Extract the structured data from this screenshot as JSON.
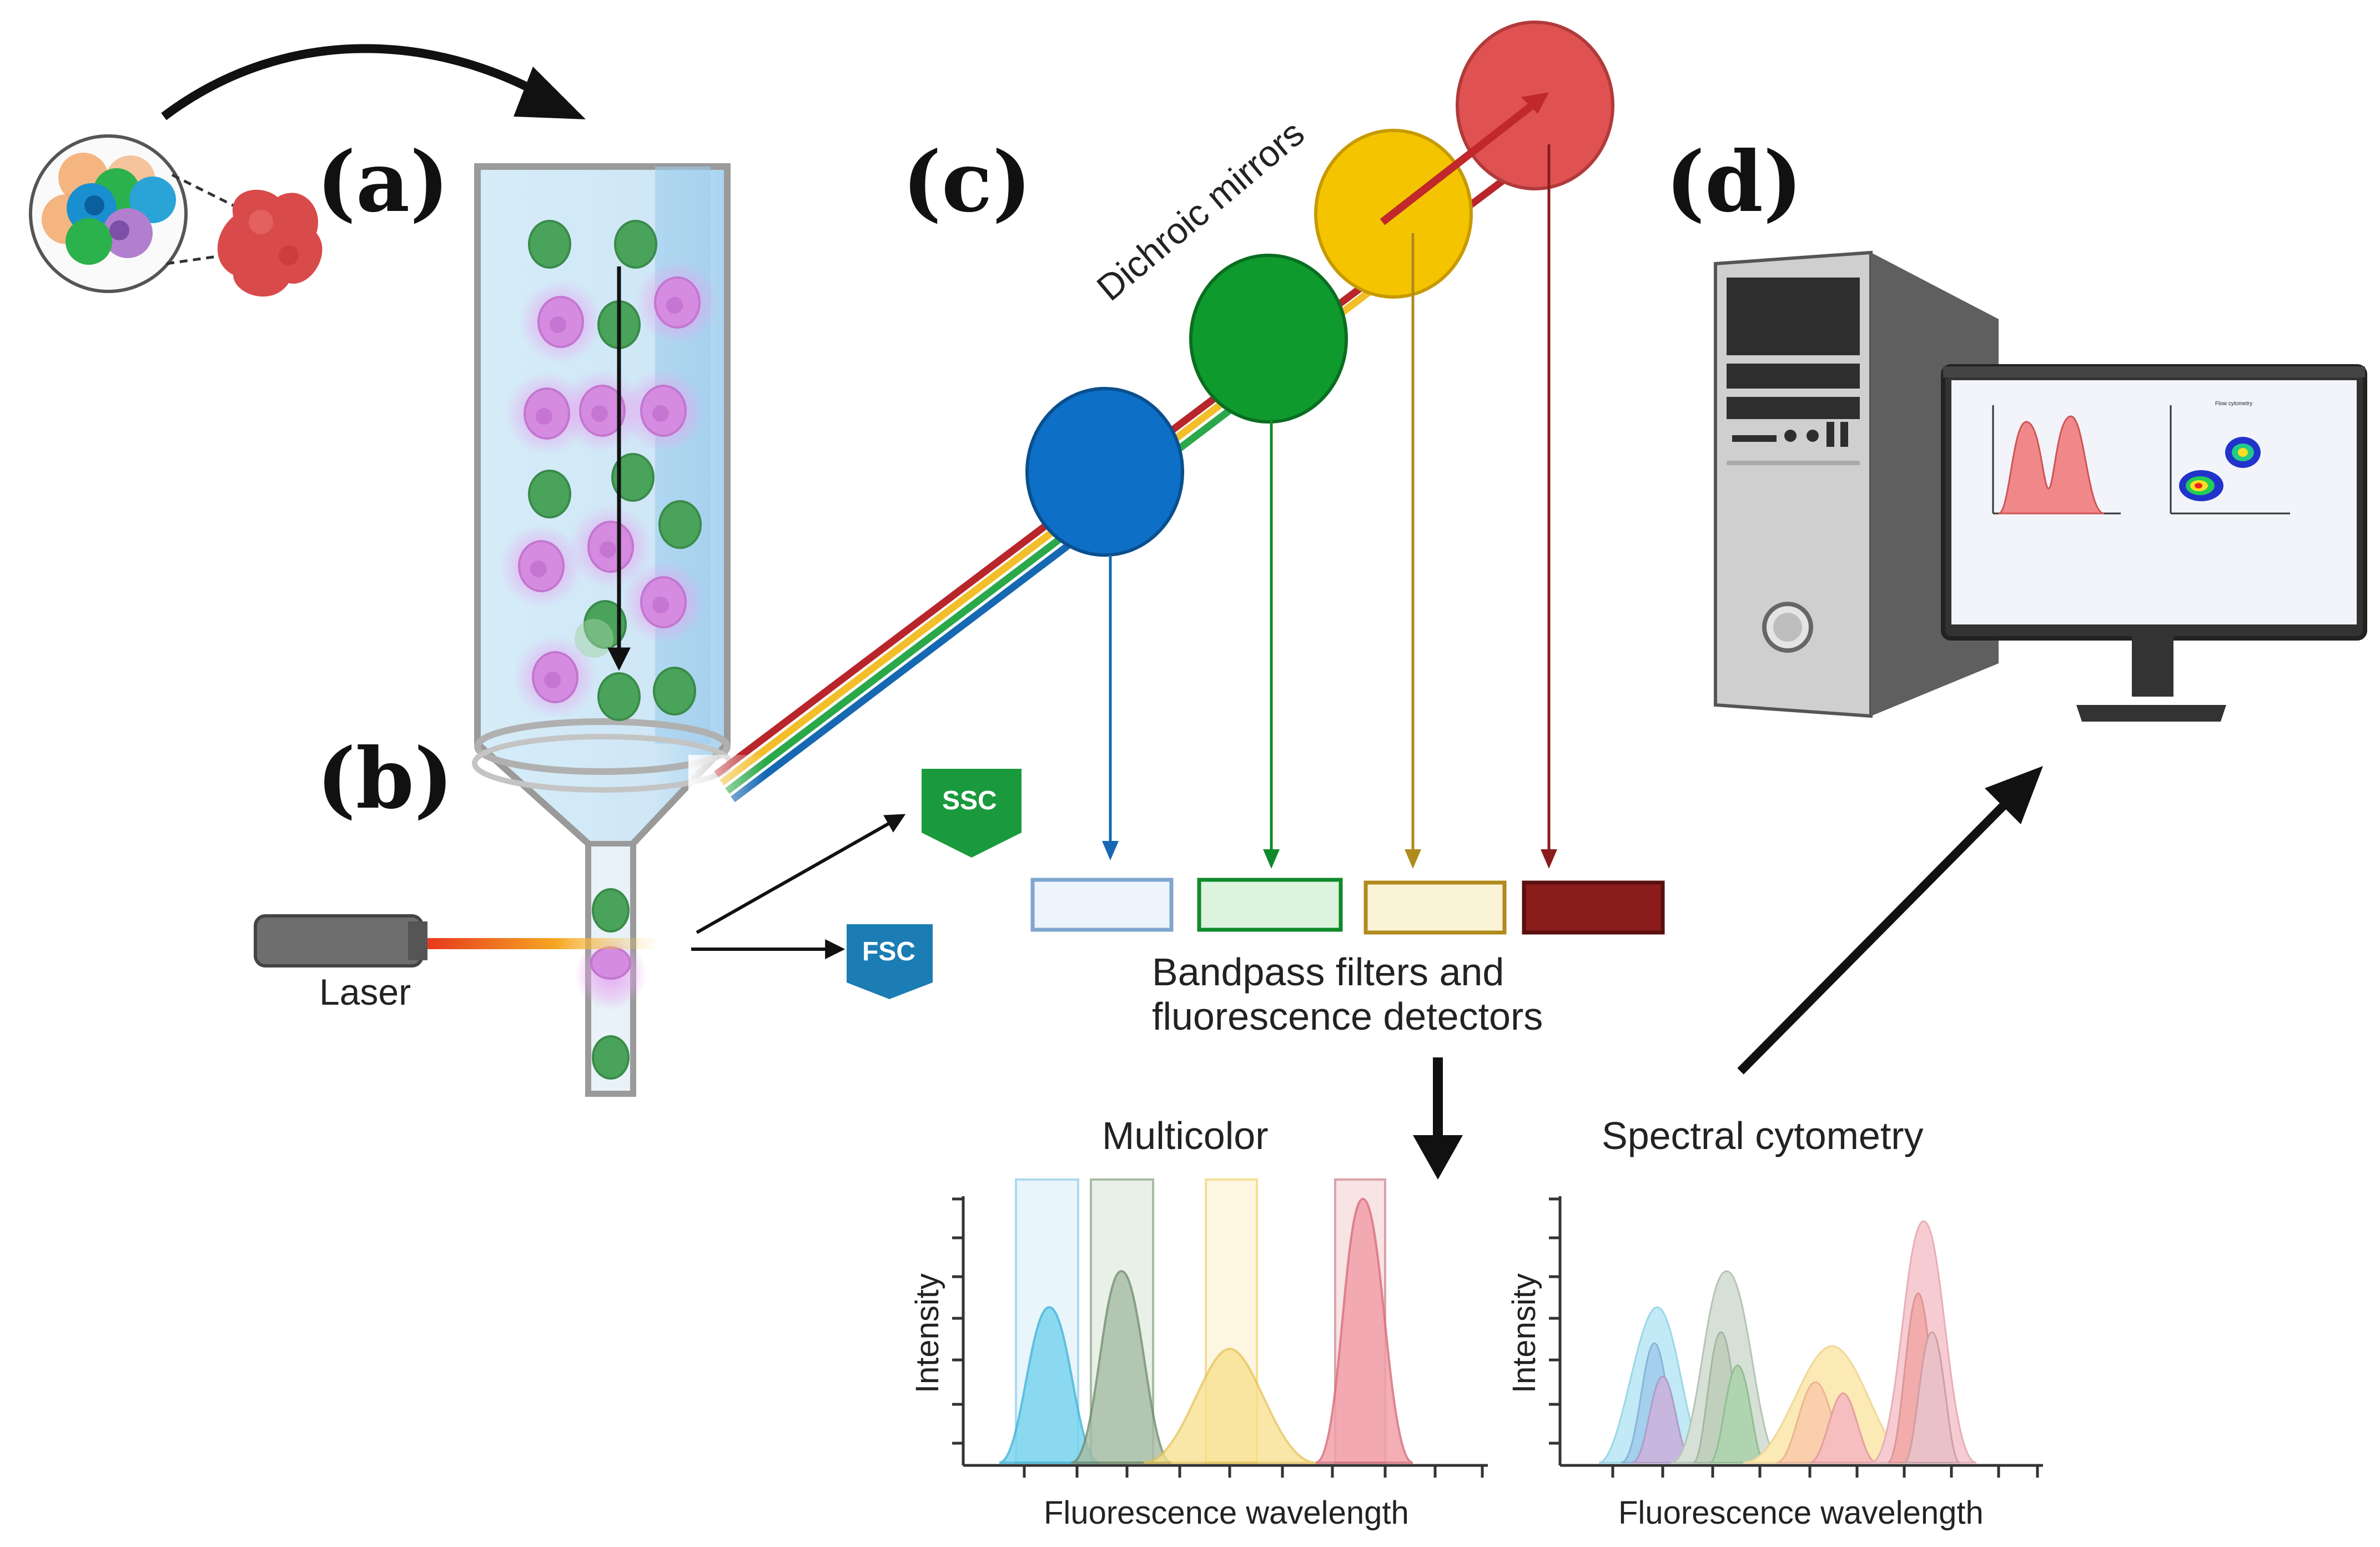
{
  "panels": {
    "a": "(a)",
    "b": "(b)",
    "c": "(c)",
    "d": "(d)"
  },
  "labels": {
    "laser": "Laser",
    "ssc": "SSC",
    "fsc": "FSC",
    "dichroic": "Dichroic mirrors",
    "bandpass_line1": "Bandpass filters and",
    "bandpass_line2": "fluorescence detectors"
  },
  "plots": {
    "multicolor": {
      "title": "Multicolor",
      "xlabel": "Fluorescence wavelength",
      "ylabel": "Intensity"
    },
    "spectral": {
      "title": "Spectral cytometry",
      "xlabel": "Fluorescence wavelength",
      "ylabel": "Intensity"
    }
  },
  "monitor": {
    "right_plot_title": "Flow cytometry"
  },
  "colors": {
    "blue": "#0d6fc6",
    "green": "#0f9a2e",
    "yellow": "#f5c400",
    "red": "#e05252",
    "dark_red": "#8b1c1c",
    "ssc_badge": "#1a9a3c",
    "fsc_badge": "#1b7db3",
    "cell_green": "#4aa35a",
    "cell_pink": "#d58be0"
  }
}
